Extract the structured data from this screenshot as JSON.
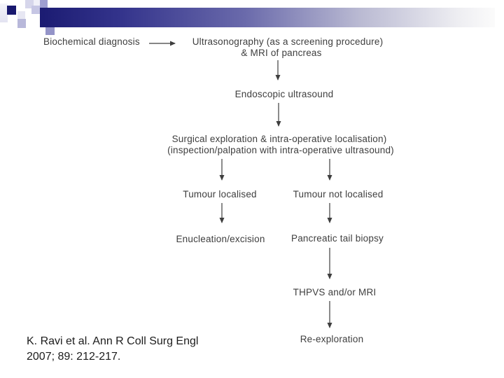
{
  "slide": {
    "background": "#ffffff",
    "accent_navy": "#1b1b72",
    "decoration_colors": {
      "bar_gradient_start": "#1b1b72",
      "bar_gradient_end": "#fbfbfb",
      "dark_square": "#18186e",
      "medium_square": "#9e9ed0",
      "light_square": "#d6d6eb"
    }
  },
  "flowchart": {
    "text_color": "#3e3e3e",
    "nodes": {
      "biochemical": "Biochemical diagnosis",
      "ultrasonography_line1": "Ultrasonography (as a screening procedure)",
      "ultrasonography_line2": "& MRI of pancreas",
      "endoscopic": "Endoscopic ultrasound",
      "surgical_line1": "Surgical exploration & intra-operative localisation)",
      "surgical_line2": "(inspection/palpation with intra-operative ultrasound)",
      "tumour_localised": "Tumour localised",
      "tumour_not_localised": "Tumour not localised",
      "enucleation": "Enucleation/excision",
      "pancreatic_biopsy": "Pancreatic tail biopsy",
      "thpvs": "THPVS and/or MRI",
      "reexploration": "Re-exploration"
    }
  },
  "citation": {
    "line1": "K. Ravi et al. Ann R Coll Surg Engl",
    "line2": "2007; 89: 212-217."
  }
}
